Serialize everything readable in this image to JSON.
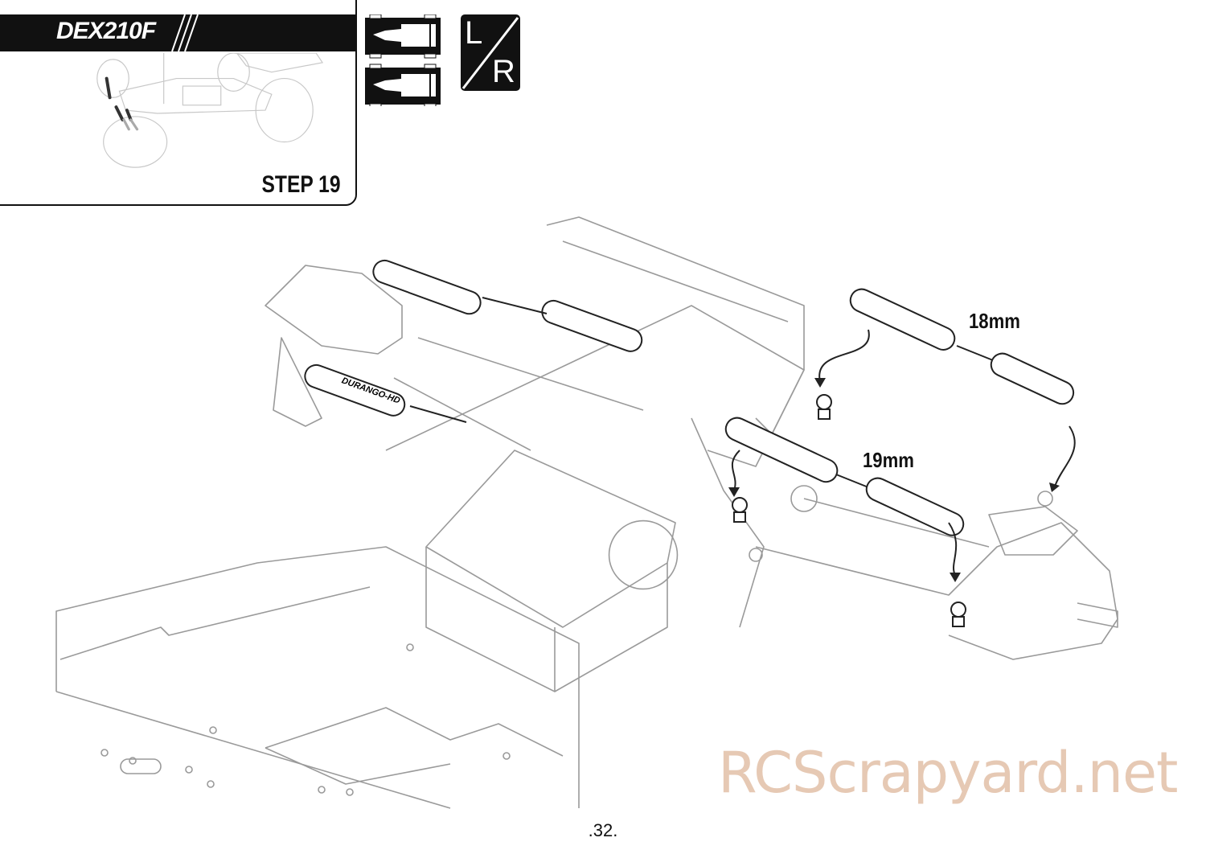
{
  "header": {
    "model_name": "DEX210F",
    "step_label": "STEP 19"
  },
  "orientation_badge": {
    "left": "L",
    "right": "R"
  },
  "parts": {
    "turnbuckle_brand": "DURANGO-HD",
    "length_upper": "18mm",
    "length_lower": "19mm"
  },
  "watermark": "RCScrapyard.net",
  "page_number": ".32.",
  "colors": {
    "ink": "#111111",
    "line_gray": "#9a9a9a",
    "watermark": "#e6c9b4"
  }
}
